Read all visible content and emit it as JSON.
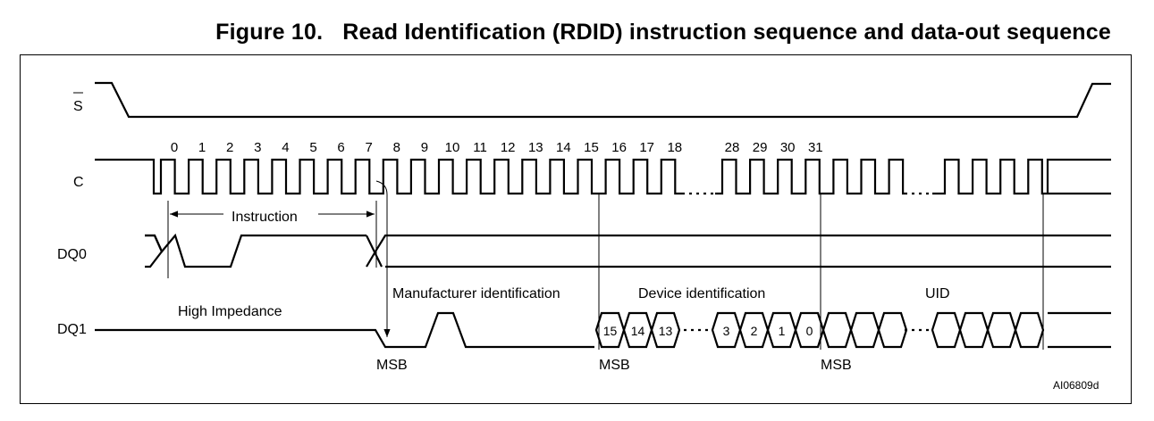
{
  "title": {
    "figure_number": "Figure 10.",
    "caption": "Read Identification (RDID) instruction sequence and data-out sequence"
  },
  "signals": {
    "s": "S",
    "c": "C",
    "dq0": "DQ0",
    "dq1": "DQ1"
  },
  "clock_ticks_a": [
    "0",
    "1",
    "2",
    "3",
    "4",
    "5",
    "6",
    "7",
    "8",
    "9",
    "10",
    "11",
    "12",
    "13",
    "14",
    "15",
    "16",
    "17",
    "18"
  ],
  "clock_ticks_b": [
    "28",
    "29",
    "30",
    "31"
  ],
  "labels": {
    "instruction": "Instruction",
    "high_impedance": "High Impedance",
    "manufacturer_id": "Manufacturer identification",
    "device_id": "Device identification",
    "uid": "UID",
    "msb": "MSB",
    "figure_code": "AI06809d"
  },
  "device_id_bits_a": [
    "15",
    "14",
    "13"
  ],
  "device_id_bits_b": [
    "3",
    "2",
    "1",
    "0"
  ]
}
